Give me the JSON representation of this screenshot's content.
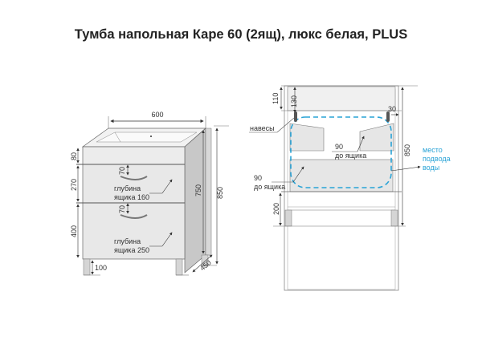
{
  "title": "Тумба напольная Каре 60 (2ящ), люкс белая, PLUS",
  "front_view": {
    "width": "600",
    "depth": "450",
    "top_panel_h": "80",
    "drawer1_h": "270",
    "drawer2_h": "400",
    "leg_h": "100",
    "body_h": "750",
    "total_h": "850",
    "handle_offset1": "70",
    "handle_offset2": "70",
    "drawer1_label_1": "глубина",
    "drawer1_label_2": "ящика 160",
    "drawer2_label_1": "глубина",
    "drawer2_label_2": "ящика 250"
  },
  "back_view": {
    "top_h": "110",
    "hanger_h": "130",
    "hanger_offset": "30",
    "total_h": "850",
    "bottom_h": "200",
    "hangers_label": "навесы",
    "upper_gap_1": "90",
    "upper_gap_2": "до ящика",
    "lower_gap_1": "90",
    "lower_gap_2": "до ящика",
    "water_label_1": "место",
    "water_label_2": "подвода",
    "water_label_3": "воды"
  },
  "colors": {
    "accent": "#29a3d6",
    "panel": "#e6e6e6",
    "side": "#c8c8c8",
    "line": "#555555"
  }
}
